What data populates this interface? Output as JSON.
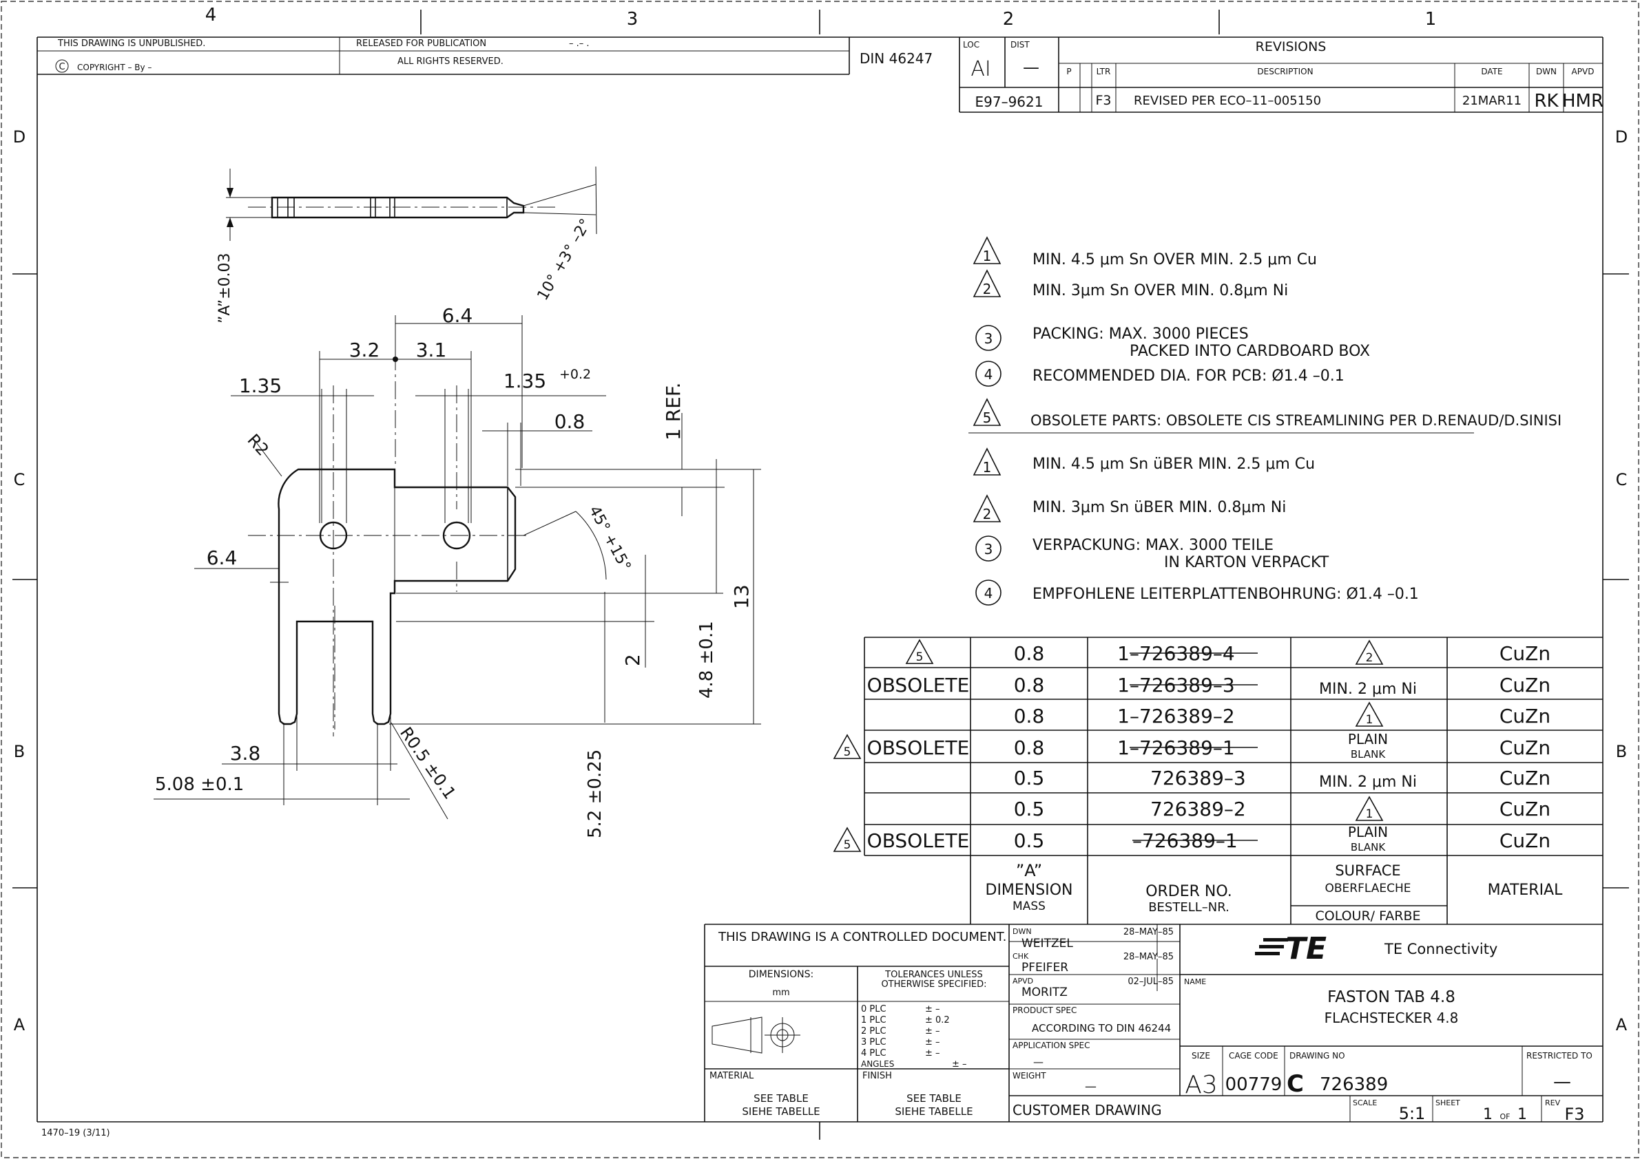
{
  "zones": {
    "columns": [
      "4",
      "3",
      "2",
      "1"
    ],
    "rows": [
      "D",
      "C",
      "B",
      "A"
    ]
  },
  "header": {
    "unpublished": "THIS DRAWING IS UNPUBLISHED.",
    "copyright_symbol": "©",
    "copyright": "COPYRIGHT  –    By –",
    "released": "RELEASED FOR PUBLICATION",
    "released_date": "– .–   .",
    "rights": "ALL RIGHTS RESERVED.",
    "din": "DIN 46247",
    "loc_label": "LOC",
    "loc_value": "AI",
    "dist_label": "DIST",
    "dist_value": "—",
    "doc_no": "E97–9621"
  },
  "revisions": {
    "title": "REVISIONS",
    "headers": [
      "P",
      "LTR",
      "DESCRIPTION",
      "DATE",
      "DWN",
      "APVD"
    ],
    "row": {
      "p": "",
      "ltr": "F3",
      "description": "REVISED PER ECO–11–005150",
      "date": "21MAR11",
      "dwn": "RK",
      "apvd": "HMR"
    }
  },
  "notes": [
    {
      "symbol": "triangle",
      "num": "1",
      "text": "MIN. 4.5  μm Sn  OVER  MIN. 2.5  μm Cu"
    },
    {
      "symbol": "triangle",
      "num": "2",
      "text": "MIN. 3μm Sn  OVER  MIN. 0.8μm  Ni"
    },
    {
      "symbol": "circle",
      "num": "3",
      "text": "PACKING: MAX. 3000 PIECES",
      "text2": "PACKED INTO CARDBOARD BOX"
    },
    {
      "symbol": "circle",
      "num": "4",
      "text": "RECOMMENDED DIA. FOR PCB:  Ø1.4 –0.1"
    },
    {
      "symbol": "triangle",
      "num": "5",
      "text": "OBSOLETE PARTS: OBSOLETE CIS STREAMLINING PER D.RENAUD/D.SINISI"
    },
    {
      "symbol": "triangle",
      "num": "1",
      "text": "MIN. 4.5  μm Sn  üBER  MIN. 2.5  μm Cu"
    },
    {
      "symbol": "triangle",
      "num": "2",
      "text": "MIN. 3μm Sn  üBER  MIN. 0.8μm  Ni"
    },
    {
      "symbol": "circle",
      "num": "3",
      "text": "VERPACKUNG: MAX. 3000 TEILE",
      "text2": "IN KARTON VERPACKT"
    },
    {
      "symbol": "circle",
      "num": "4",
      "text": "EMPFOHLENE LEITERPLATTENBOHRUNG:  Ø1.4 –0.1"
    }
  ],
  "parts_table": {
    "rows": [
      {
        "flag": "5",
        "status": "",
        "dim": "0.8",
        "prefix": "1",
        "part": "–726389–4",
        "struck": true,
        "surface": "",
        "surface_sym": "2",
        "surface_sub": "",
        "material": "CuZn"
      },
      {
        "flag": "",
        "status": "OBSOLETE",
        "dim": "0.8",
        "prefix": "1",
        "part": "–726389–3",
        "struck": true,
        "surface": "MIN. 2  μm Ni",
        "surface_sym": "",
        "surface_sub": "",
        "material": "CuZn"
      },
      {
        "flag": "",
        "status": "",
        "dim": "0.8",
        "prefix": "1",
        "part": "–726389–2",
        "struck": false,
        "surface": "",
        "surface_sym": "1",
        "surface_sub": "",
        "material": "CuZn"
      },
      {
        "flag": "5",
        "status": "OBSOLETE",
        "dim": "0.8",
        "prefix": "1",
        "part": "–726389–1",
        "struck": true,
        "surface": "PLAIN",
        "surface_sym": "",
        "surface_sub": "BLANK",
        "material": "CuZn"
      },
      {
        "flag": "",
        "status": "",
        "dim": "0.5",
        "prefix": "",
        "part": "726389–3",
        "struck": false,
        "surface": "MIN. 2  μm Ni",
        "surface_sym": "",
        "surface_sub": "",
        "material": "CuZn"
      },
      {
        "flag": "",
        "status": "",
        "dim": "0.5",
        "prefix": "",
        "part": "726389–2",
        "struck": false,
        "surface": "",
        "surface_sym": "1",
        "surface_sub": "",
        "material": "CuZn"
      },
      {
        "flag": "5",
        "status": "OBSOLETE",
        "dim": "0.5",
        "prefix": "",
        "part": "–726389–1",
        "struck": true,
        "surface": "PLAIN",
        "surface_sym": "",
        "surface_sub": "BLANK",
        "material": "CuZn"
      }
    ],
    "footer": {
      "dim_a": "”A”",
      "dim_1": "DIMENSION",
      "dim_2": "MASS",
      "order_1": "ORDER NO.",
      "order_2": "BESTELL–NR.",
      "surface_1": "SURFACE",
      "surface_2": "OBERFLAECHE",
      "colour": "COLOUR/ FARBE",
      "material": "MATERIAL"
    }
  },
  "dimensions": {
    "a_tol": "”A”±0.03",
    "angle_top": "10° +3° –2°",
    "d64_top": "6.4",
    "d32": "3.2",
    "d31": "3.1",
    "d135_left": "1.35",
    "d135_right": "1.35",
    "d135_tol": "+0.2",
    "d08": "0.8",
    "ref": "1 REF.",
    "r2": "R2",
    "d64_left": "6.4",
    "angle45": "45° +15°",
    "d13": "13",
    "d48": "4.8 ±0.1",
    "d2": "2",
    "d38": "3.8",
    "d508": "5.08 ±0.1",
    "r05": "R0.5 ±0.1",
    "d52": "5.2 ±0.25"
  },
  "title_block": {
    "controlled": "THIS DRAWING IS A CONTROLLED DOCUMENT.",
    "dimensions_label": "DIMENSIONS:",
    "dimensions_unit": "mm",
    "tolerances_1": "TOLERANCES UNLESS",
    "tolerances_2": "OTHERWISE SPECIFIED:",
    "tol_rows": [
      {
        "label": "0 PLC",
        "value": "± –"
      },
      {
        "label": "1 PLC",
        "value": "± 0.2"
      },
      {
        "label": "2 PLC",
        "value": "± –"
      },
      {
        "label": "3 PLC",
        "value": "± –"
      },
      {
        "label": "4 PLC",
        "value": "± –"
      }
    ],
    "angles_label": "ANGLES",
    "angles_value": "± –",
    "material_label": "MATERIAL",
    "material_1": "SEE TABLE",
    "material_2": "SIEHE TABELLE",
    "finish_label": "FINISH",
    "finish_1": "SEE TABLE",
    "finish_2": "SIEHE TABELLE",
    "dwn_label": "DWN",
    "dwn_name": "WEITZEL",
    "dwn_date": "28–MAY–85",
    "chk_label": "CHK",
    "chk_name": "PFEIFER",
    "chk_date": "28–MAY–85",
    "apvd_label": "APVD",
    "apvd_name": "MORITZ",
    "apvd_date": "02–JUL–85",
    "product_spec_label": "PRODUCT SPEC",
    "product_spec": "ACCORDING TO DIN 46244",
    "app_spec_label": "APPLICATION SPEC",
    "app_spec": "—",
    "weight_label": "WEIGHT",
    "weight": "—",
    "customer": "CUSTOMER DRAWING",
    "logo": "TE",
    "company": "TE Connectivity",
    "name_label": "NAME",
    "name_1": "FASTON TAB 4.8",
    "name_2": "FLACHSTECKER 4.8",
    "size_label": "SIZE",
    "size": "A3",
    "cage_label": "CAGE CODE",
    "cage": "00779",
    "drawing_no_label": "DRAWING NO",
    "drawing_prefix": "C",
    "drawing_no": "726389",
    "restricted_label": "RESTRICTED TO",
    "restricted": "—",
    "scale_label": "SCALE",
    "scale": "5:1",
    "sheet_label": "SHEET",
    "sheet": "1",
    "sheet_of": "OF",
    "sheet_total": "1",
    "rev_label": "REV",
    "rev": "F3"
  },
  "form_no": "1470–19  (3/11)"
}
